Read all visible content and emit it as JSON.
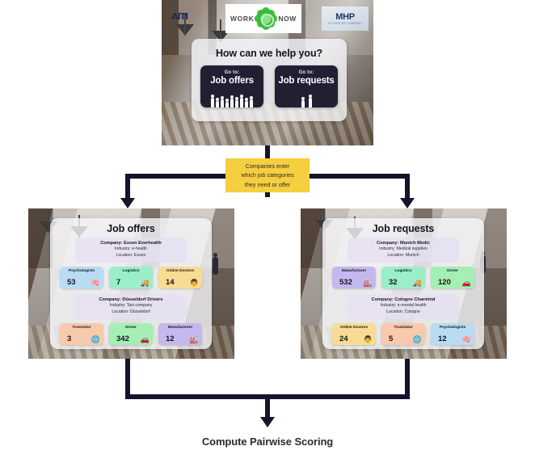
{
  "header": {
    "logo_left": "AITI",
    "logo_center_left_word": "WORK",
    "logo_center_right_word": "NOW",
    "logo_center_icon": "virus-icon",
    "logo_right": "MHP",
    "logo_right_sub": "A PORSCHE COMPANY"
  },
  "dialog": {
    "title": "How can we help you?",
    "buttons": [
      {
        "goto": "Go to:",
        "label": "Job offers",
        "icon": "people-crowd-icon"
      },
      {
        "goto": "Go to:",
        "label": "Job requests",
        "icon": "people-walking-icon"
      }
    ]
  },
  "note": {
    "line1": "Companies enter",
    "line2": "which job categories",
    "line3": "they need or offer",
    "color": "#f5cf3f"
  },
  "panels": [
    {
      "id": "job-offers",
      "title": "Job offers",
      "companies": [
        {
          "name": "Company: Essen Everhealth",
          "industry": "Industry: e-health",
          "location": "Location: Essen",
          "categories": [
            {
              "name": "Psychologists",
              "count": "53",
              "icon": "brain-icon",
              "color": "#b9dcf4"
            },
            {
              "name": "Logistics",
              "count": "7",
              "icon": "truck-icon",
              "color": "#9aeec8"
            },
            {
              "name": "Online Doctors",
              "count": "14",
              "icon": "doctor-icon",
              "color": "#f8dc94"
            }
          ]
        },
        {
          "name": "Company: Düsseldorf Drivers",
          "industry": "Industry: Taxi company",
          "location": "Location: Düsseldorf",
          "categories": [
            {
              "name": "Translator",
              "count": "3",
              "icon": "translate-icon",
              "color": "#f8c9ab"
            },
            {
              "name": "Driver",
              "count": "342",
              "icon": "car-icon",
              "color": "#a5eeb4"
            },
            {
              "name": "Manufacturer",
              "count": "12",
              "icon": "factory-icon",
              "color": "#c4b8ee"
            }
          ]
        }
      ]
    },
    {
      "id": "job-requests",
      "title": "Job requests",
      "companies": [
        {
          "name": "Company: Munich Medic",
          "industry": "Industry: Medical supplies",
          "location": "Location: Munich",
          "categories": [
            {
              "name": "Manufacturer",
              "count": "532",
              "icon": "factory-icon",
              "color": "#c4b8ee"
            },
            {
              "name": "Logistics",
              "count": "32",
              "icon": "truck-icon",
              "color": "#9aeec8"
            },
            {
              "name": "Driver",
              "count": "120",
              "icon": "car-icon",
              "color": "#a5eeb4"
            }
          ]
        },
        {
          "name": "Company: Cologne Charmind",
          "industry": "Industry: e-mental health",
          "location": "Location: Cologne",
          "categories": [
            {
              "name": "Online Doctors",
              "count": "24",
              "icon": "doctor-icon",
              "color": "#f8dc94"
            },
            {
              "name": "Translator",
              "count": "5",
              "icon": "translate-icon",
              "color": "#f8c9ab"
            },
            {
              "name": "Psychologists",
              "count": "12",
              "icon": "brain-icon",
              "color": "#b9dcf4"
            }
          ]
        }
      ]
    }
  ],
  "caption": "Compute Pairwise Scoring",
  "colors": {
    "arrow": "#14142b",
    "note_bg": "#f5cf3f",
    "button_bg": "#221f33",
    "card_bg": "rgba(246,246,249,0.80)"
  }
}
